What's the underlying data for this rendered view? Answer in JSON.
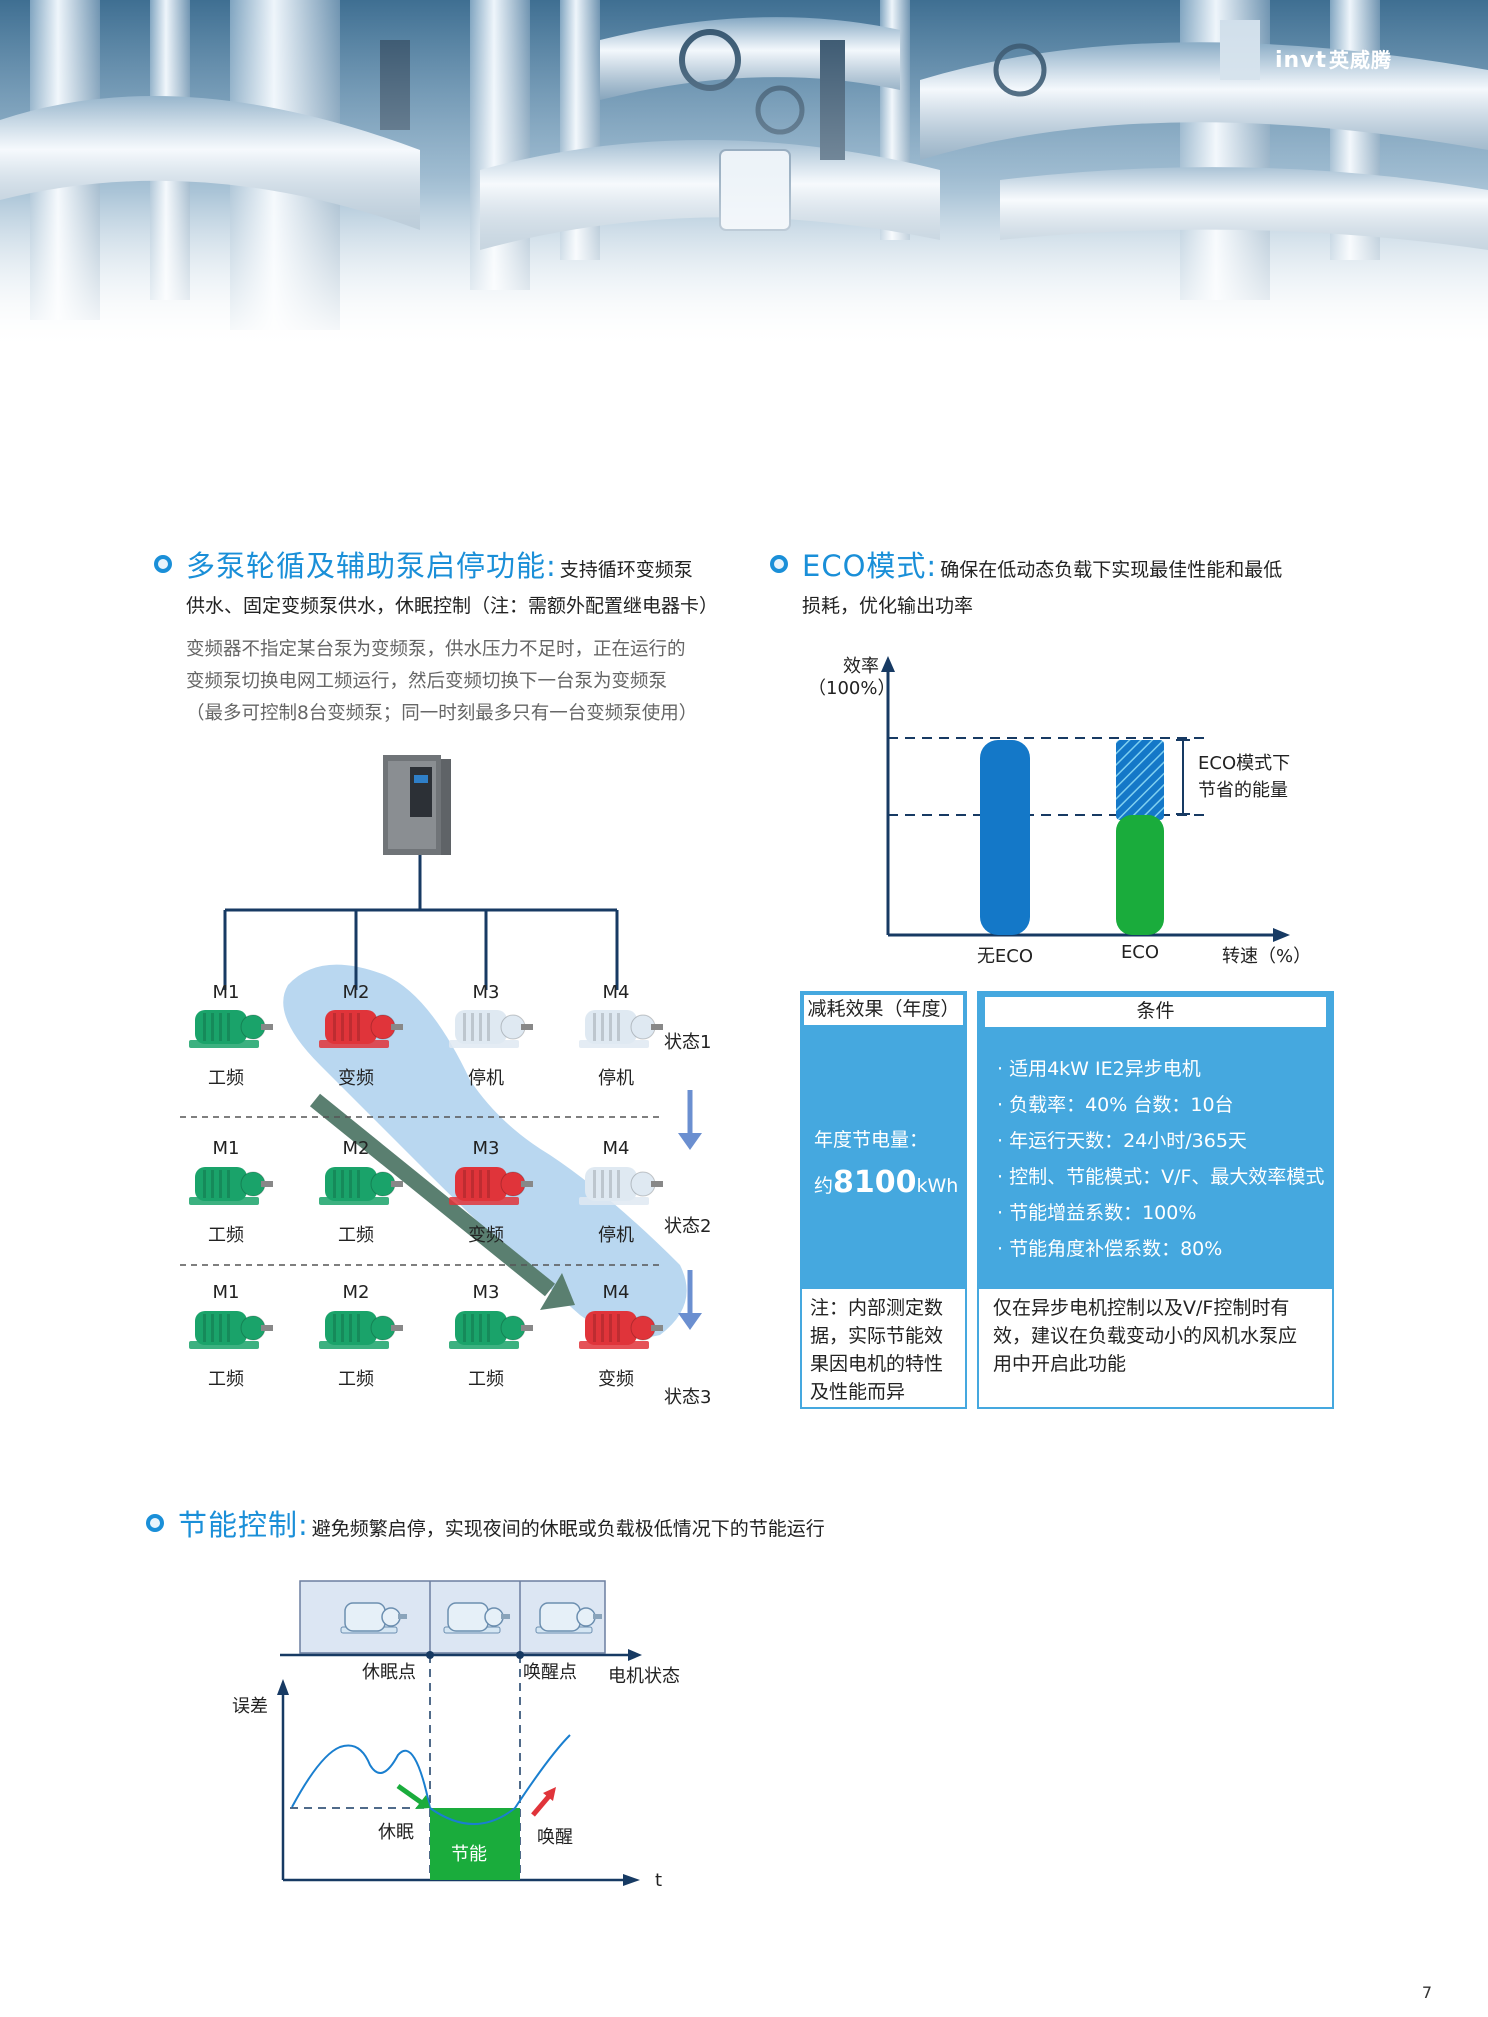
{
  "brand": {
    "logo_latin": "invt",
    "logo_cn": "英威腾"
  },
  "sections": {
    "multi_pump": {
      "title": "多泵轮循及辅助泵启停功能",
      "colon": ":",
      "desc_line1": "支持循环变频泵",
      "desc_line2": "供水、固定变频泵供水，休眠控制（注：需额外配置继电器卡）",
      "body": [
        "变频器不指定某台泵为变频泵，供水压力不足时，正在运行的",
        "变频泵切换电网工频运行，然后变频切换下一台泵为变频泵",
        "（最多可控制8台变频泵；同一时刻最多只有一台变频泵使用）"
      ]
    },
    "eco": {
      "title": "ECO模式",
      "colon": ":",
      "desc_line1": "确保在低动态负载下实现最佳性能和最低",
      "desc_line2": "损耗，优化输出功率"
    },
    "energy": {
      "title": "节能控制",
      "colon": ":",
      "desc_line1": "避免频繁启停，实现夜间的休眠或负载极低情况下的节能运行"
    }
  },
  "pump_diagram": {
    "columns": [
      "M1",
      "M2",
      "M3",
      "M4"
    ],
    "states": [
      {
        "label": "状态1",
        "modes": [
          "工频",
          "变频",
          "停机",
          "停机"
        ],
        "kinds": [
          "green",
          "red",
          "white",
          "white"
        ]
      },
      {
        "label": "状态2",
        "modes": [
          "工频",
          "工频",
          "变频",
          "停机"
        ],
        "kinds": [
          "green",
          "green",
          "red",
          "white"
        ]
      },
      {
        "label": "状态3",
        "modes": [
          "工频",
          "工频",
          "工频",
          "变频"
        ],
        "kinds": [
          "green",
          "green",
          "green",
          "red"
        ]
      }
    ],
    "colors": {
      "green": "#1aa36a",
      "red": "#e0343a",
      "white": "#dfe9f2",
      "highlight": "#b9d7f0",
      "arrow": "#5a7f70"
    }
  },
  "eco_chart": {
    "y_label_line1": "效率",
    "y_label_line2": "（100%）",
    "x_label": "转速（%）",
    "bars": [
      {
        "label": "无ECO",
        "color": "#1478c8"
      },
      {
        "label": "ECO",
        "color": "#1aac3c",
        "hatch_color": "#1478c8"
      }
    ],
    "annotation_line1": "ECO模式下",
    "annotation_line2": "节省的能量"
  },
  "eco_table": {
    "head_left": "减耗效果（年度）",
    "head_right": "条件",
    "annual_saving_label": "年度节电量：",
    "annual_saving_prefix": "约",
    "annual_saving_value": "8100",
    "annual_saving_unit": "kWh",
    "conditions": [
      "· 适用4kW IE2异步电机",
      "· 负载率：40% 台数：10台",
      "· 年运行天数：24小时/365天",
      "· 控制、节能模式：V/F、最大效率模式",
      "· 节能增益系数：100%",
      "· 节能角度补偿系数：80%"
    ],
    "note_left": [
      "注：内部测定数",
      "据，实际节能效",
      "果因电机的特性",
      "及性能而异"
    ],
    "note_right": [
      "仅在异步电机控制以及V/F控制时有",
      "效，建议在负载变动小的风机水泵应",
      "用中开启此功能"
    ],
    "accent": "#45a8df"
  },
  "energy_chart": {
    "sleep_point": "休眠点",
    "wake_point": "唤醒点",
    "motor_state": "电机状态",
    "y_label": "误差",
    "sleep": "休眠",
    "save": "节能",
    "wake": "唤醒",
    "x_label": "t"
  },
  "page_number": "7"
}
